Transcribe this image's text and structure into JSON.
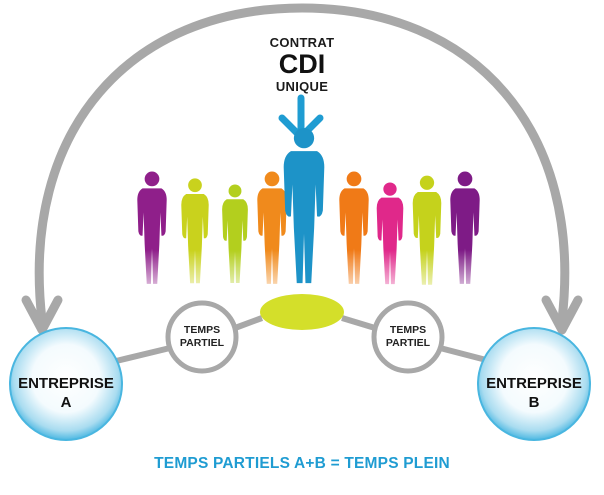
{
  "contract": {
    "line1": "CONTRAT",
    "line2": "CDI",
    "line3": "UNIQUE"
  },
  "nodes": [
    {
      "line1": "TEMPS",
      "line2": "PARTIEL"
    },
    {
      "line1": "TEMPS",
      "line2": "PARTIEL"
    }
  ],
  "companies": [
    {
      "line1": "ENTREPRISE",
      "line2": "A"
    },
    {
      "line1": "ENTREPRISE",
      "line2": "B"
    }
  ],
  "caption": "TEMPS PARTIELS A+B = TEMPS PLEIN",
  "colors": {
    "arc": "#a8a8a8",
    "accent_blue": "#1f9cd2",
    "platform_yellow": "#d4df2a",
    "people": [
      "#8f1f8a",
      "#c9d21d",
      "#b3cf1e",
      "#f08a1c",
      "#1d93c8",
      "#f07a17",
      "#e0288a",
      "#c5d21c",
      "#7e1b86"
    ]
  },
  "icons": [
    "down-arrow-icon",
    "person-silhouette-icon"
  ]
}
